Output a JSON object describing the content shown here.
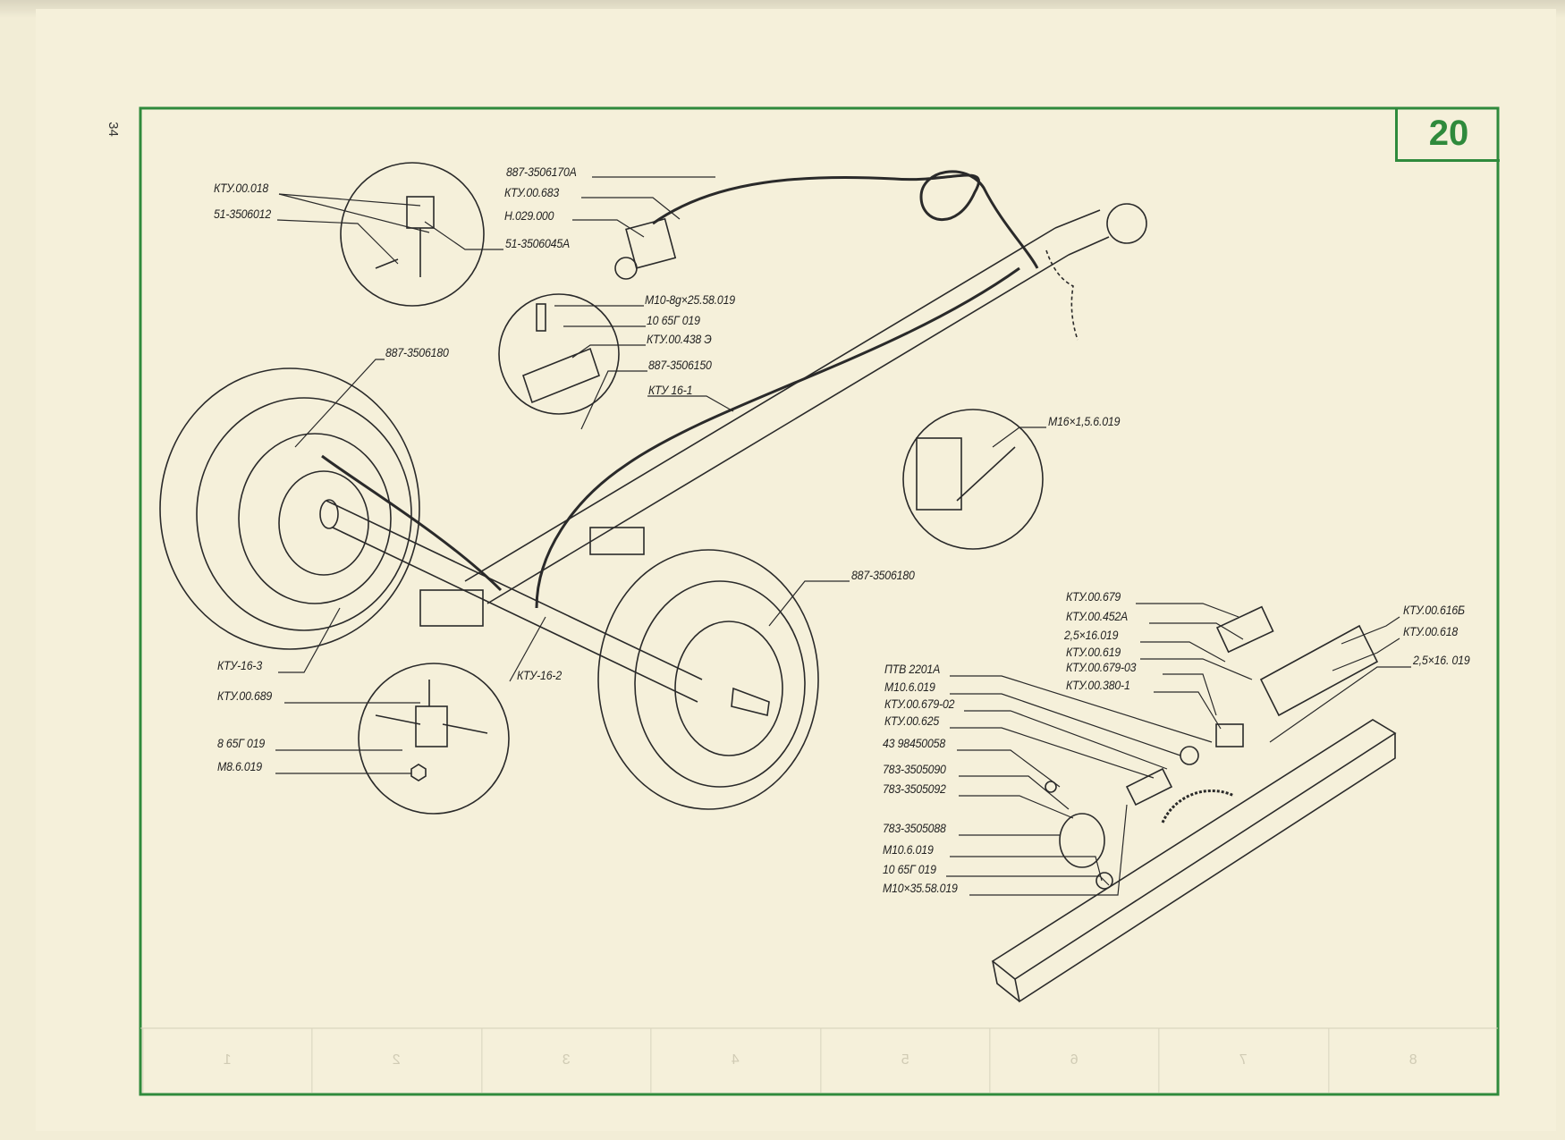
{
  "page_number": "34",
  "figure_number": "20",
  "frame_color": "#2f8a3c",
  "column_numbers": [
    "1",
    "2",
    "3",
    "4",
    "5",
    "6",
    "7",
    "8"
  ],
  "labels": {
    "kty_00_018": "КТУ.00.018",
    "p51_3506012": "51-3506012",
    "p51_3506045a": "51-3506045А",
    "p887_3506170a": "887-3506170А",
    "kty_00_683": "КТУ.00.683",
    "n_029_000": "Н.029.000",
    "m10_8g_25": "М10-8g×25.58.019",
    "w10_65g_019_a": "10 65Г 019",
    "kty_00_438e": "КТУ.00.438 Э",
    "p887_3506150": "887-3506150",
    "kty_16_1": "КТУ 16-1",
    "p887_3506180_a": "887-3506180",
    "m16_15_6_019": "М16×1,5.6.019",
    "p887_3506180_b": "887-3506180",
    "kty_16_3": "КТУ-16-3",
    "kty_00_689": "КТУ.00.689",
    "w8_65g_019": "8 65Г 019",
    "m8_6_019": "М8.6.019",
    "kty_16_2": "КТУ-16-2",
    "kty_00_679": "КТУ.00.679",
    "kty_00_452a": "КТУ.00.452А",
    "pin_25_16_a": "2,5×16.019",
    "kty_00_619": "КТУ.00.619",
    "kty_00_679_03": "КТУ.00.679-03",
    "kty_00_380_1": "КТУ.00.380-1",
    "kty_00_616b": "КТУ.00.616Б",
    "kty_00_618": "КТУ.00.618",
    "pin_25_16_b": "2,5×16. 019",
    "ptv_2201a": "ПТВ 2201А",
    "m10_6_019_a": "М10.6.019",
    "kty_00_679_02": "КТУ.00.679-02",
    "kty_00_625": "КТУ.00.625",
    "p43_98450058": "43 98450058",
    "p783_3505090": "783-3505090",
    "p783_3505092": "783-3505092",
    "p783_3505088": "783-3505088",
    "m10_6_019_b": "М10.6.019",
    "w10_65g_019_b": "10 65Г 019",
    "m10_35_58_019": "М10×35.58.019"
  }
}
